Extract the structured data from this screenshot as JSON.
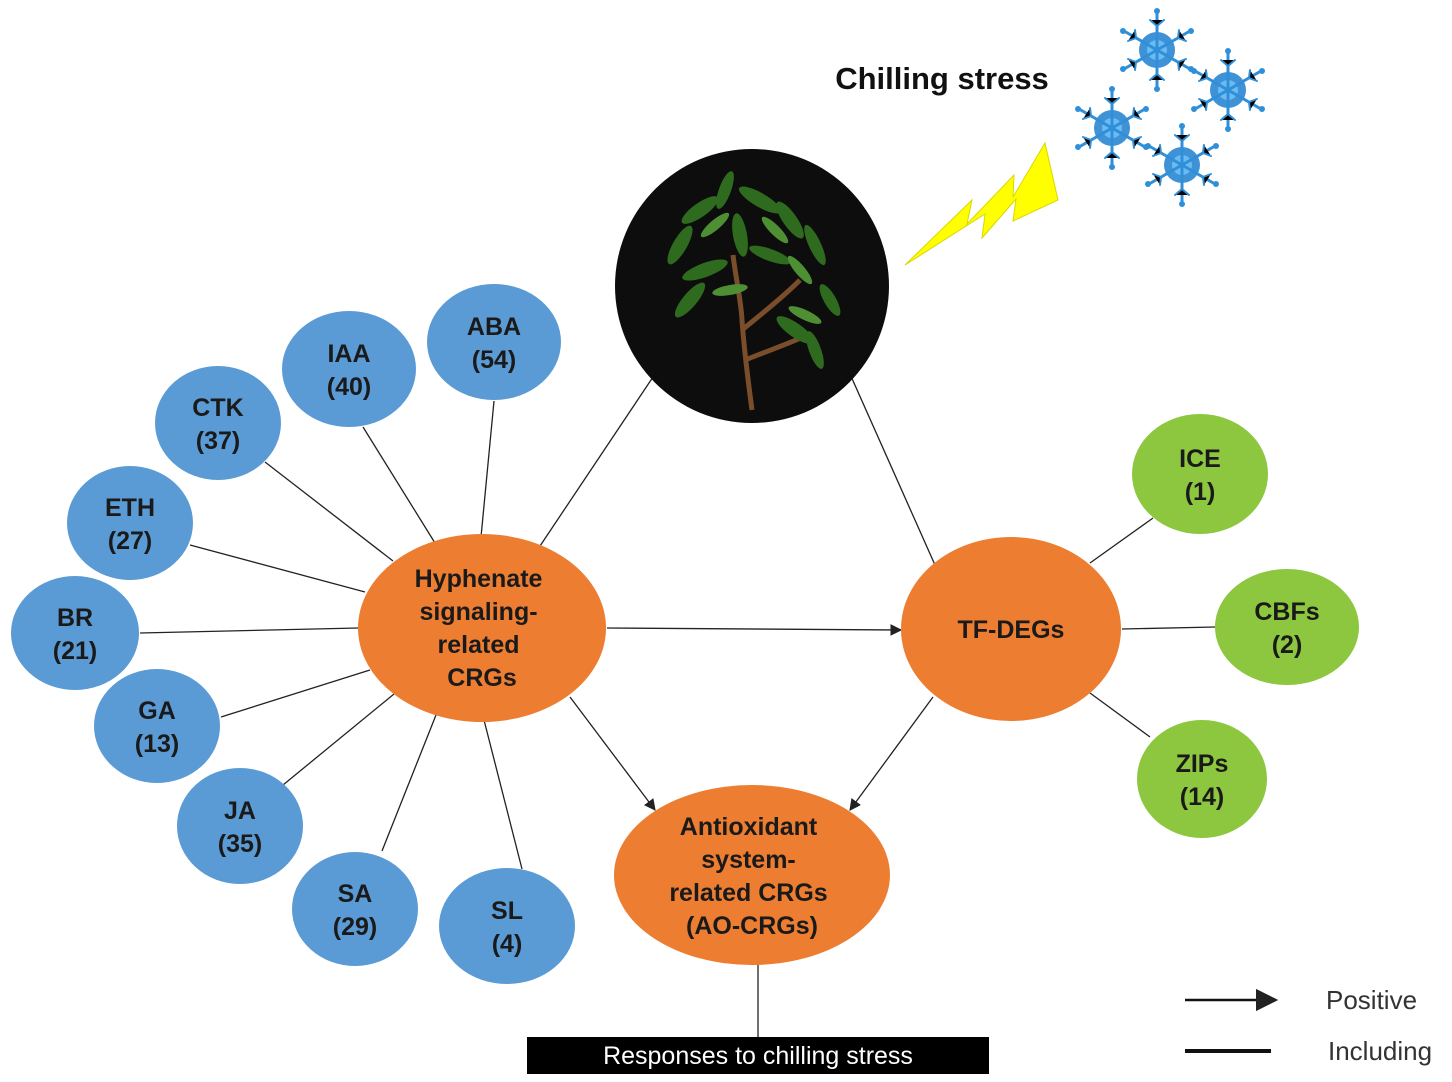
{
  "title": "Chilling stress",
  "colors": {
    "blue": "#5b9bd5",
    "orange": "#ed7d31",
    "green": "#8dc63f",
    "bolt": "#ffff00",
    "snowflake": "#2f8fd8"
  },
  "icons": [
    "lightning-bolt-icon",
    "snowflake-icon",
    "plant-photo"
  ],
  "hubs": {
    "hormone": {
      "lines": [
        "Hyphenate",
        "signaling-",
        "related",
        "CRGs"
      ]
    },
    "tf": {
      "lines": [
        "TF-DEGs"
      ]
    },
    "antioxidant": {
      "lines": [
        "Antioxidant",
        "system-",
        "related CRGs",
        "(AO-CRGs)"
      ]
    }
  },
  "hormones": [
    {
      "name": "ABA",
      "count": "(54)"
    },
    {
      "name": "IAA",
      "count": "(40)"
    },
    {
      "name": "CTK",
      "count": "(37)"
    },
    {
      "name": "ETH",
      "count": "(27)"
    },
    {
      "name": "BR",
      "count": "(21)"
    },
    {
      "name": "GA",
      "count": "(13)"
    },
    {
      "name": "JA",
      "count": "(35)"
    },
    {
      "name": "SA",
      "count": "(29)"
    },
    {
      "name": "SL",
      "count": "(4)"
    }
  ],
  "tfs": [
    {
      "name": "ICE",
      "count": "(1)"
    },
    {
      "name": "CBFs",
      "count": "(2)"
    },
    {
      "name": "ZIPs",
      "count": "(14)"
    }
  ],
  "footer": "Responses to chilling stress",
  "legend": {
    "positive": "Positive",
    "including": "Including"
  }
}
